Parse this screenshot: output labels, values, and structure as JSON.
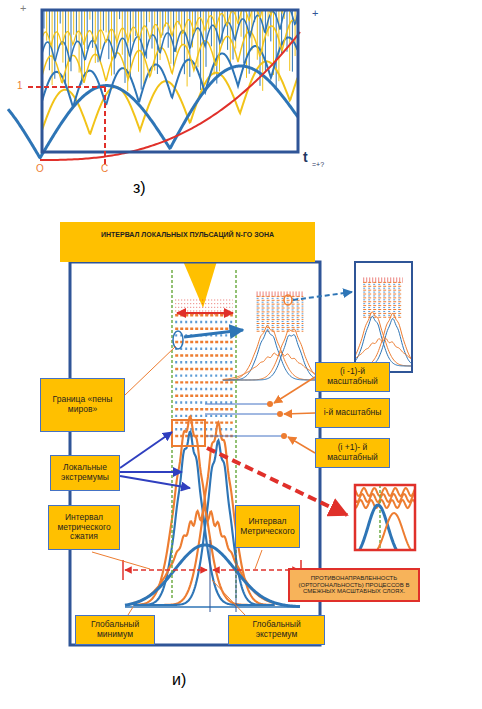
{
  "diagram": {
    "nodes": [
      {
        "text": [
          "ИНТЕРВАЛ ЛОКАЛЬНЫХ ПУЛЬСАЦИЙ N-ГО ЗОНА"
        ]
      },
      {
        "text": [
          "(i -1)-й масштабный"
        ]
      },
      {
        "text": [
          "Граница «пены миров»"
        ]
      },
      {
        "text": [
          "i-й масштабны"
        ]
      },
      {
        "text": [
          "(i +1)- й масштабный"
        ]
      },
      {
        "text": [
          "Локальные экстремумы"
        ]
      },
      {
        "text": [
          "Интервал метрического сжатия"
        ]
      },
      {
        "text": [
          "Интервал Метрического"
        ]
      },
      {
        "text": [
          "ПРОТИВОНАПРАВЛЕННОСТЬ (ОРТОГОНАЛЬНОСТЬ) ПРОЦЕССОВ В СМЕЖНЫХ МАСШТАБНЫХ СЛОЯХ."
        ]
      },
      {
        "text": [
          "Глобальный минимум"
        ]
      },
      {
        "text": [
          "Глобальный экстремум"
        ]
      }
    ],
    "labels": [
      "+",
      "+",
      "1",
      "O",
      "C",
      "t",
      "=+?",
      "з)",
      "и)"
    ]
  }
}
